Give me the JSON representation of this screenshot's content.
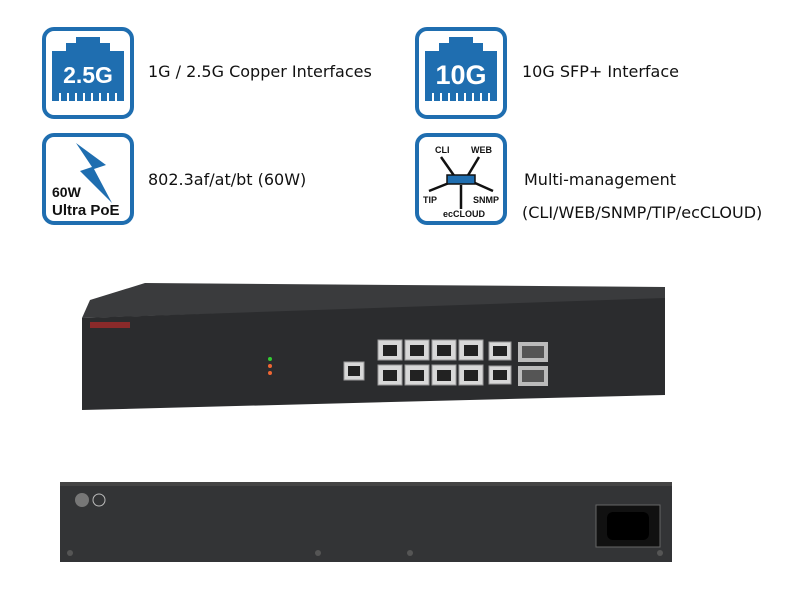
{
  "features": [
    {
      "icon": "ethernet-port-icon",
      "badge": "2.5G",
      "label": "1G / 2.5G Copper Interfaces"
    },
    {
      "icon": "ethernet-port-icon",
      "badge": "10G",
      "label": "10G SFP+ Interface"
    },
    {
      "icon": "lightning-bolt-icon",
      "badge_line1": "60W",
      "badge_line2": "Ultra PoE",
      "label": "802.3af/at/bt (60W)"
    },
    {
      "icon": "management-hub-icon",
      "badge_labels": [
        "CLI",
        "WEB",
        "TIP",
        "SNMP",
        "ecCLOUD"
      ],
      "label": "Multi-management",
      "sublabel": "(CLI/WEB/SNMP/TIP/ecCLOUD)"
    }
  ],
  "colors": {
    "accent": "#1f6eb0",
    "device": "#2b2c2e"
  }
}
